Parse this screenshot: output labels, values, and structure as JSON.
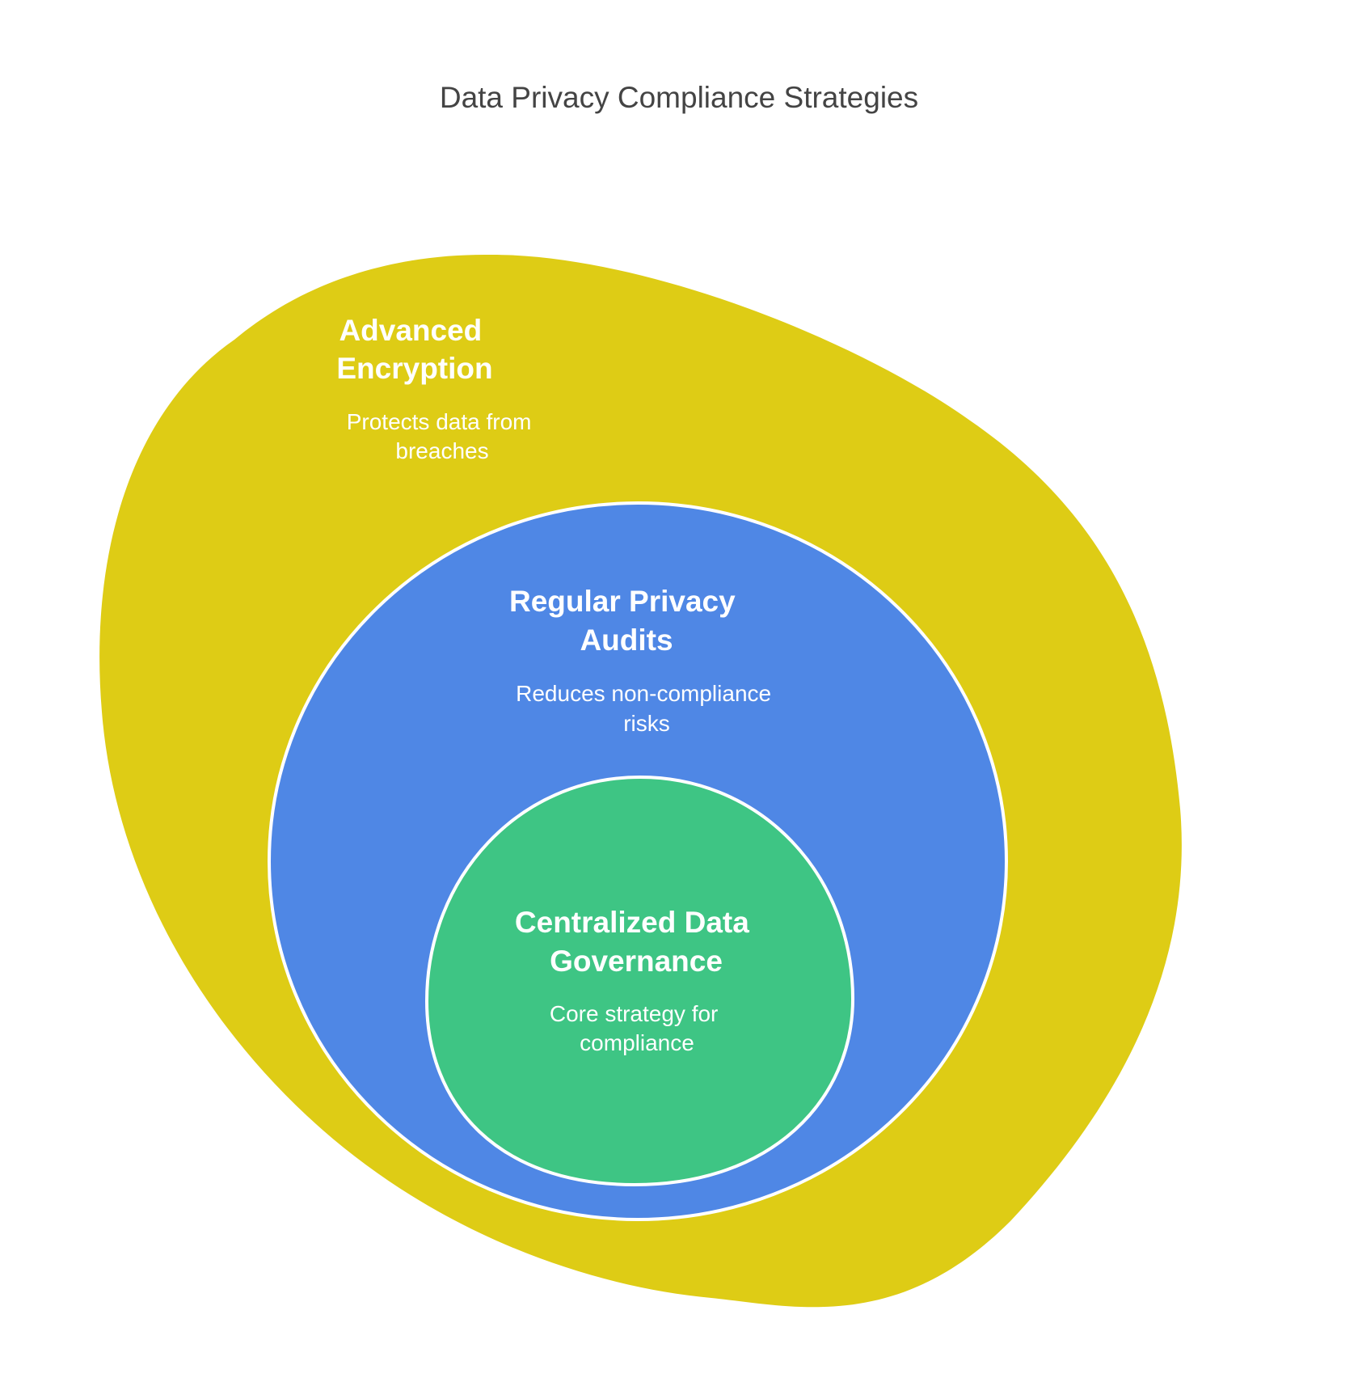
{
  "title": "Data Privacy Compliance Strategies",
  "layers": [
    {
      "id": "outer",
      "heading": [
        "Advanced",
        "Encryption"
      ],
      "description": [
        "Protects data from",
        "breaches"
      ],
      "color": "#DECC15"
    },
    {
      "id": "middle",
      "heading": [
        "Regular Privacy",
        "Audits"
      ],
      "description": [
        "Reduces non-compliance",
        "risks"
      ],
      "color": "#4F87E5"
    },
    {
      "id": "inner",
      "heading": [
        "Centralized Data",
        "Governance"
      ],
      "description": [
        "Core strategy for",
        "compliance"
      ],
      "color": "#3EC584"
    }
  ],
  "colors": {
    "title_text": "#444444",
    "label_text": "#FFFFFF",
    "shape_outline": "#FFFFFF",
    "background": "#FFFFFF"
  }
}
